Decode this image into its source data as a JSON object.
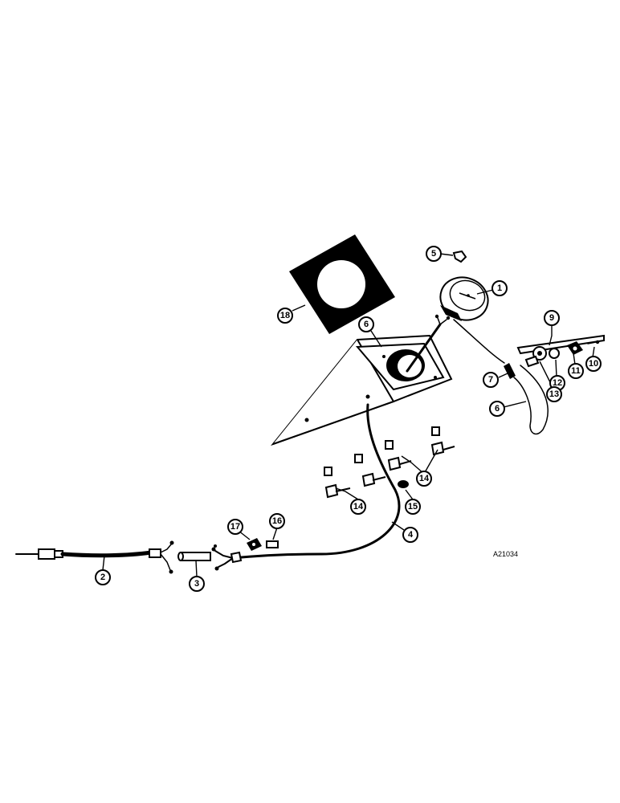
{
  "callouts": [
    {
      "id": "1",
      "label": "1"
    },
    {
      "id": "2",
      "label": "2"
    },
    {
      "id": "3",
      "label": "3"
    },
    {
      "id": "4",
      "label": "4"
    },
    {
      "id": "5",
      "label": "5"
    },
    {
      "id": "6a",
      "label": "6"
    },
    {
      "id": "6b",
      "label": "6"
    },
    {
      "id": "7",
      "label": "7"
    },
    {
      "id": "9",
      "label": "9"
    },
    {
      "id": "10",
      "label": "10"
    },
    {
      "id": "11",
      "label": "11"
    },
    {
      "id": "12",
      "label": "12"
    },
    {
      "id": "13",
      "label": "13"
    },
    {
      "id": "14a",
      "label": "14"
    },
    {
      "id": "14b",
      "label": "14"
    },
    {
      "id": "15",
      "label": "15"
    },
    {
      "id": "16",
      "label": "16"
    },
    {
      "id": "17",
      "label": "17"
    },
    {
      "id": "18",
      "label": "18"
    }
  ],
  "reference_code": "A21034"
}
